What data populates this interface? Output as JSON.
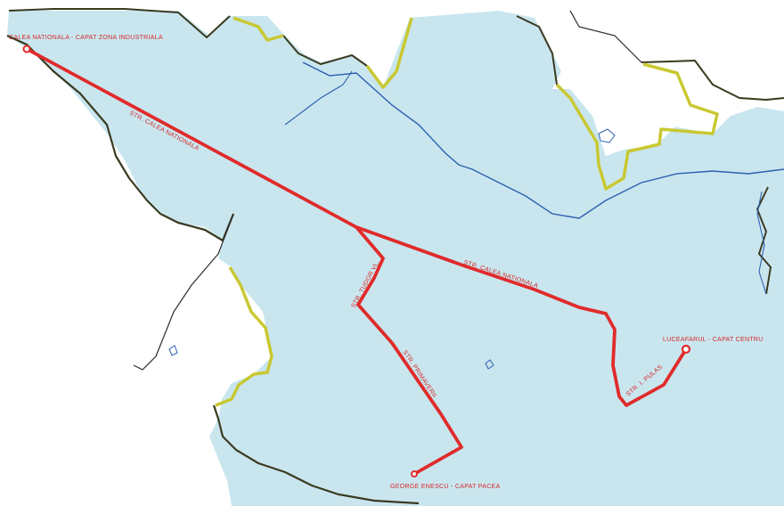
{
  "colors": {
    "background": "#ffffff",
    "city_fill": "#c9e6ef",
    "boundary_dark": "#3a3a20",
    "boundary_yellow": "#c9c832",
    "river": "#2f5fb0",
    "route": "#e02b2b",
    "label": "#d62828"
  },
  "icons": [
    "route-start-marker-icon",
    "route-end-marker-icon",
    "route-end-marker-2-icon"
  ],
  "labels": {
    "terminus_west": "CALEA NATIONALA - CAPAT ZONA INDUSTRIALA",
    "street_calea_1": "STR. CALEA NATIONALA",
    "street_calea_2": "STR. CALEA NATIONALA",
    "street_tudor": "STR. TUDOR VL.",
    "street_primaverii": "STR. PRIMAVERII",
    "street_pulas": "STR. I. PULAS",
    "terminus_east": "LUCEAFARUL - CAPAT CENTRU",
    "terminus_south": "GEORGE ENESCU - CAPAT PACEA"
  }
}
